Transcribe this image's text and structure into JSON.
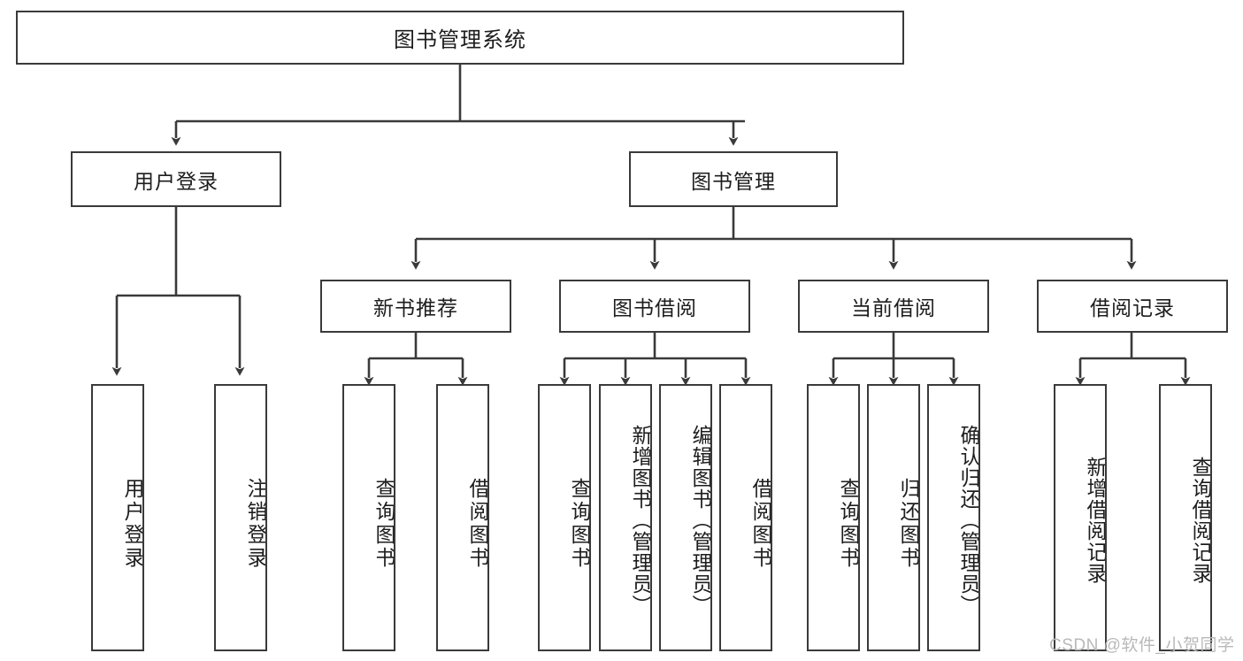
{
  "diagram": {
    "type": "tree",
    "title": "图书管理系统",
    "orientation": "top-down",
    "levels": 4,
    "line_color": "#3a3a3a",
    "node_fill": "#ffffff",
    "text_color": "#1d1d1d"
  },
  "root": {
    "label": "图书管理系统"
  },
  "level2": [
    {
      "label": "用户登录"
    },
    {
      "label": "图书管理"
    }
  ],
  "level3": [
    {
      "label": "新书推荐"
    },
    {
      "label": "图书借阅"
    },
    {
      "label": "当前借阅"
    },
    {
      "label": "借阅记录"
    }
  ],
  "leaves": {
    "user_login": [
      {
        "label": "用户登录"
      },
      {
        "label": "注销登录"
      }
    ],
    "new_book_recommend": [
      {
        "label": "查询图书"
      },
      {
        "label": "借阅图书"
      }
    ],
    "book_borrow": [
      {
        "label": "查询图书"
      },
      {
        "label": "新增图书（管理员）"
      },
      {
        "label": "编辑图书（管理员）"
      },
      {
        "label": "借阅图书"
      }
    ],
    "current_borrow": [
      {
        "label": "查询图书"
      },
      {
        "label": "归还图书"
      },
      {
        "label": "确认归还（管理员）"
      }
    ],
    "borrow_record": [
      {
        "label": "新增借阅记录"
      },
      {
        "label": "查询借阅记录"
      }
    ]
  },
  "watermark": {
    "text": "CSDN @软件_小贺同学"
  }
}
